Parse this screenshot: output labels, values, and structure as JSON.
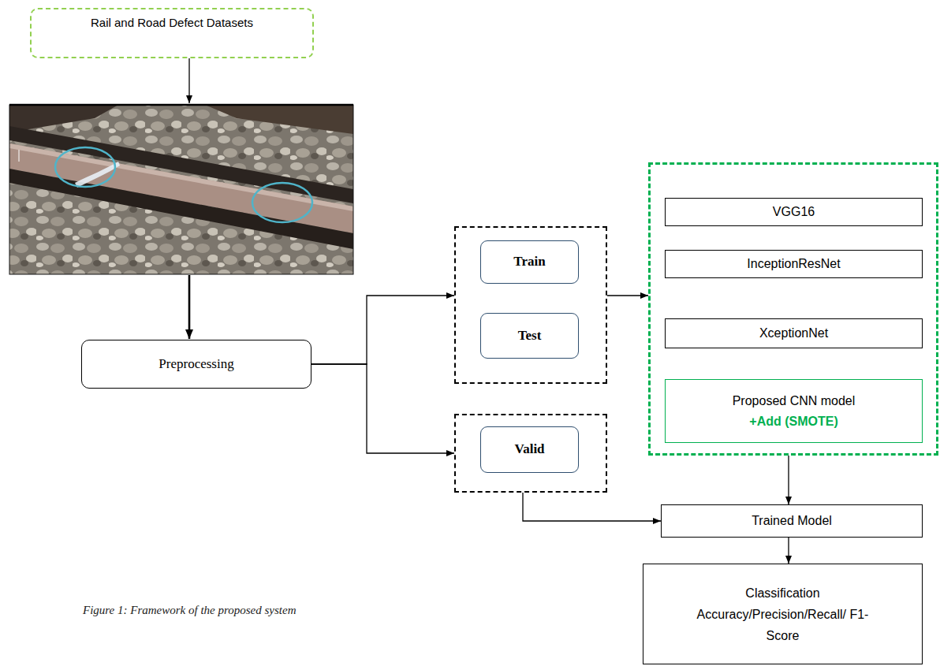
{
  "diagram": {
    "caption": "Figure 1: Framework of the proposed system",
    "nodes": [
      {
        "text": [
          "Rail and Road Defect Datasets"
        ]
      },
      {
        "text": [
          "Preprocessing"
        ]
      },
      {
        "text": []
      },
      {
        "text": [
          "Train"
        ],
        "in": 2
      },
      {
        "text": [
          "Test"
        ],
        "in": 2
      },
      {
        "text": []
      },
      {
        "text": [
          "Valid"
        ],
        "in": 5
      },
      {
        "text": []
      },
      {
        "text": [
          "VGG16"
        ],
        "in": 7
      },
      {
        "text": [
          "InceptionResNet"
        ],
        "in": 7
      },
      {
        "text": [
          "XceptionNet"
        ],
        "in": 7
      },
      {
        "text": [
          "Proposed CNN model",
          "+Add (SMOTE)"
        ],
        "in": 7
      },
      {
        "text": [
          "Trained Model"
        ]
      },
      {
        "text": [
          "Classification Accuracy/Precision/Recall/ F1-Score"
        ]
      }
    ],
    "edges": [
      {
        "from": 1,
        "to": 2,
        "arrow": "to"
      },
      {
        "from": 1,
        "to": 5,
        "arrow": "to"
      },
      {
        "from": 2,
        "to": 7,
        "arrow": "to"
      },
      {
        "from": 7,
        "to": 12,
        "arrow": "to"
      },
      {
        "from": 5,
        "to": 12,
        "arrow": "to"
      },
      {
        "from": 12,
        "to": 13,
        "arrow": "to"
      }
    ]
  }
}
